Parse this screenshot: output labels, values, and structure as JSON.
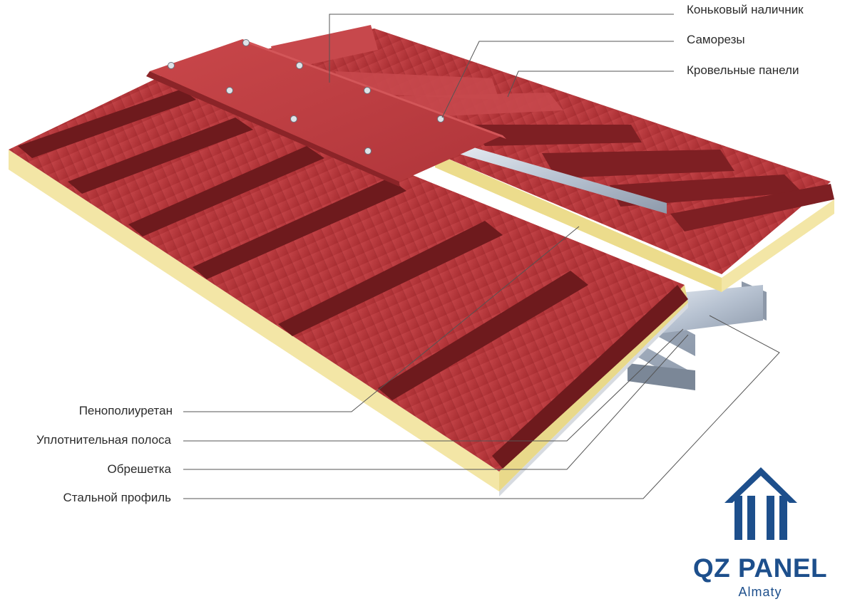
{
  "labels": {
    "ridge": "Коньковый наличник",
    "screws": "Саморезы",
    "roof_panels": "Кровельные панели",
    "foam": "Пенополиуретан",
    "seal_strip": "Уплотнительная полоса",
    "lathing": "Обрешетка",
    "steel_profile": "Стальной профиль"
  },
  "brand": {
    "name": "QZ PANEL",
    "city": "Almaty"
  },
  "colors": {
    "panel_red": "#b8363a",
    "panel_dark": "#6e1a1d",
    "foam_yellow": "#f3e6a6",
    "steel": "#b9c4d3",
    "brand_blue": "#1d4f8c",
    "leader_line": "#555555"
  },
  "icons": [
    "house-logo-icon",
    "screw-icon"
  ]
}
